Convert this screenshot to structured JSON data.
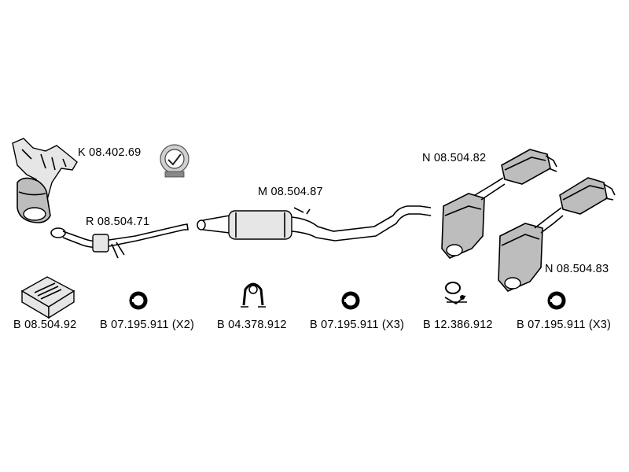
{
  "parts": {
    "catalyst": "K 08.402.69",
    "front_pipe": "R 08.504.71",
    "middle_silencer": "M 08.504.87",
    "rear_silencer_left": "N 08.504.82",
    "rear_silencer_right": "N 08.504.83"
  },
  "accessories": {
    "mounting_kit": "B 08.504.92",
    "clamp_1": "B 07.195.911 (X2)",
    "rubber_mount": "B 04.378.912",
    "clamp_2": "B 07.195.911 (X3)",
    "clamp_set": "B 12.386.912",
    "clamp_3": "B 07.195.911 (X3)"
  }
}
